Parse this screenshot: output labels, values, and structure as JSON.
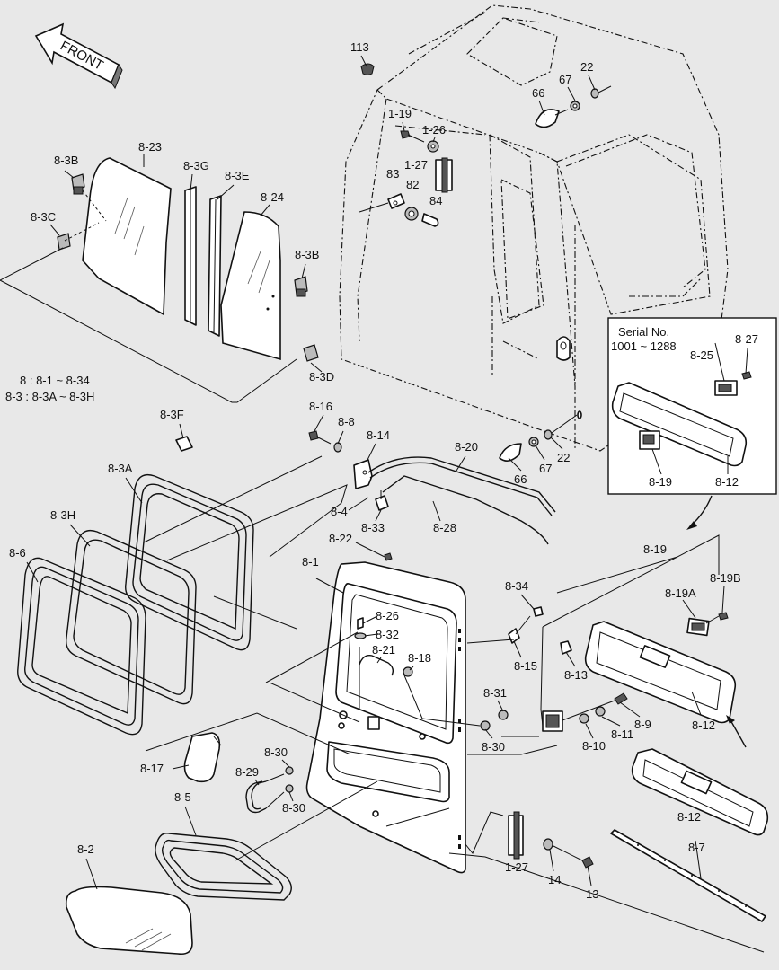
{
  "direction_label": "FRONT",
  "legend": {
    "line1": "8 : 8-1 ~ 8-34",
    "line2": "8-3 : 8-3A ~ 8-3H"
  },
  "inset": {
    "title": "Serial No.",
    "range": "1001 ~ 1288"
  },
  "parts": [
    {
      "id": "113"
    },
    {
      "id": "22"
    },
    {
      "id": "67"
    },
    {
      "id": "66"
    },
    {
      "id": "1-19"
    },
    {
      "id": "1-26"
    },
    {
      "id": "1-27"
    },
    {
      "id": "83"
    },
    {
      "id": "82"
    },
    {
      "id": "84"
    },
    {
      "id": "8-3B"
    },
    {
      "id": "8-23"
    },
    {
      "id": "8-3G"
    },
    {
      "id": "8-3E"
    },
    {
      "id": "8-24"
    },
    {
      "id": "8-3C"
    },
    {
      "id": "8-3D"
    },
    {
      "id": "8-3F"
    },
    {
      "id": "8-3A"
    },
    {
      "id": "8-3H"
    },
    {
      "id": "8-6"
    },
    {
      "id": "8-16"
    },
    {
      "id": "8-8"
    },
    {
      "id": "8-14"
    },
    {
      "id": "8-20"
    },
    {
      "id": "8-4"
    },
    {
      "id": "8-33"
    },
    {
      "id": "8-28"
    },
    {
      "id": "8-22"
    },
    {
      "id": "8-1"
    },
    {
      "id": "8-26"
    },
    {
      "id": "8-32"
    },
    {
      "id": "8-21"
    },
    {
      "id": "8-18"
    },
    {
      "id": "8-34"
    },
    {
      "id": "8-15"
    },
    {
      "id": "8-31"
    },
    {
      "id": "8-30"
    },
    {
      "id": "8-17"
    },
    {
      "id": "8-29"
    },
    {
      "id": "8-5"
    },
    {
      "id": "8-2"
    },
    {
      "id": "8-19"
    },
    {
      "id": "8-19A"
    },
    {
      "id": "8-19B"
    },
    {
      "id": "8-13"
    },
    {
      "id": "8-9"
    },
    {
      "id": "8-10"
    },
    {
      "id": "8-11"
    },
    {
      "id": "8-12"
    },
    {
      "id": "8-7"
    },
    {
      "id": "8-25"
    },
    {
      "id": "8-27"
    },
    {
      "id": "14"
    },
    {
      "id": "13"
    }
  ]
}
